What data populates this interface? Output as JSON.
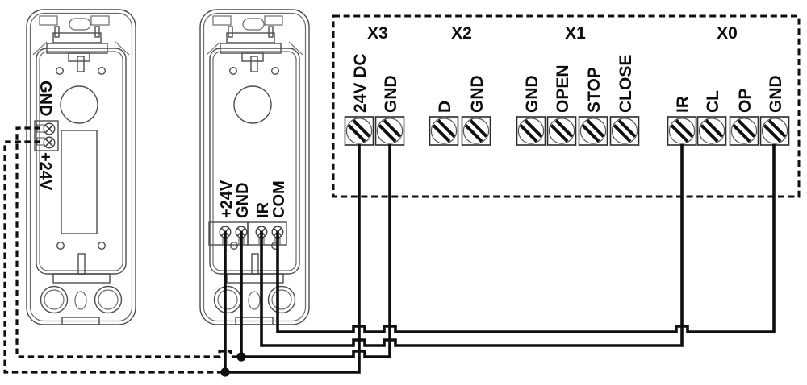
{
  "board": {
    "groups": [
      {
        "name": "X3",
        "terminals": [
          "24V DC",
          "GND"
        ]
      },
      {
        "name": "X2",
        "terminals": [
          "D",
          "GND"
        ]
      },
      {
        "name": "X1",
        "terminals": [
          "GND",
          "OPEN",
          "STOP",
          "CLOSE"
        ]
      },
      {
        "name": "X0",
        "terminals": [
          "IR",
          "CL",
          "OP",
          "GND"
        ]
      }
    ]
  },
  "transmitter": {
    "labels": [
      "GND",
      "+24V"
    ]
  },
  "receiver": {
    "labels": [
      "+24V",
      "GND",
      "IR",
      "COM"
    ]
  },
  "connections": [
    {
      "from": "receiver +24V",
      "to": "X3 24V DC",
      "style": "solid"
    },
    {
      "from": "receiver GND",
      "to": "X3 GND",
      "style": "solid"
    },
    {
      "from": "receiver IR",
      "to": "X0 IR",
      "style": "solid"
    },
    {
      "from": "receiver COM",
      "to": "X0 GND",
      "style": "solid"
    },
    {
      "from": "transmitter GND",
      "to": "X3 GND wire",
      "style": "dashed"
    },
    {
      "from": "transmitter +24V",
      "to": "X3 24V DC wire",
      "style": "dashed"
    }
  ],
  "colors": {
    "wire": "#0f0f0f",
    "device_outline": "#4d4d4d",
    "background": "#ffffff"
  }
}
